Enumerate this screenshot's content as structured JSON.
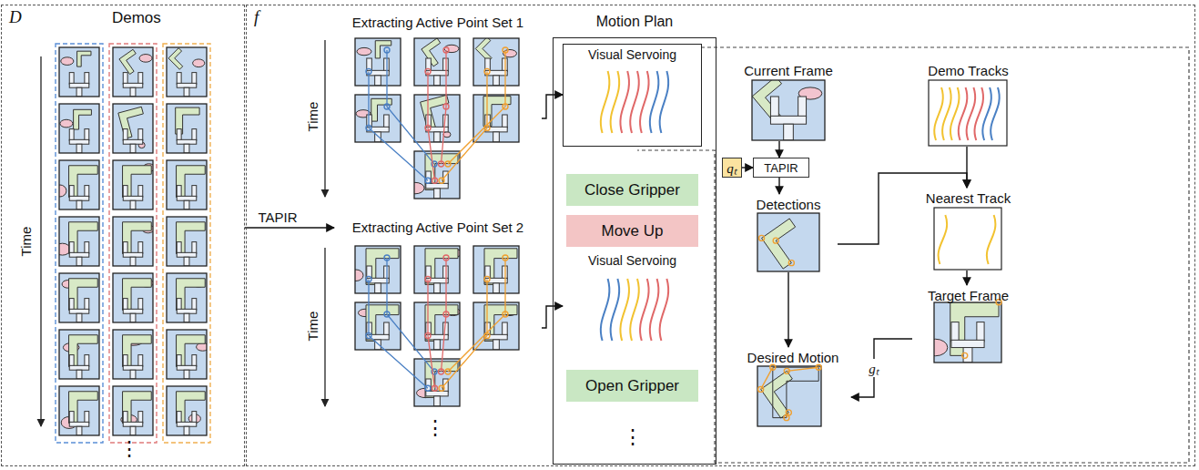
{
  "diagram": {
    "nodes": [
      {
        "text": [
          "D",
          "Demos"
        ]
      },
      {
        "text": [
          "f"
        ]
      },
      {
        "text": [
          "Extracting Active Point Set 1"
        ],
        "in": 1
      },
      {
        "text": [
          "Extracting Active Point Set 2"
        ],
        "in": 1
      },
      {
        "text": [
          "Motion Plan"
        ],
        "in": 1
      },
      {
        "text": [
          "Visual Servoing"
        ],
        "in": 4
      },
      {
        "text": [
          "Close Gripper"
        ],
        "in": 4
      },
      {
        "text": [
          "Move Up"
        ],
        "in": 4
      },
      {
        "text": [
          "Visual Servoing"
        ],
        "in": 4
      },
      {
        "text": [
          "Open Gripper"
        ],
        "in": 4
      },
      {
        "text": [
          "Current Frame"
        ],
        "in": 1
      },
      {
        "text": [
          "Demo Tracks"
        ],
        "in": 1
      },
      {
        "text": [
          "qₜ"
        ],
        "in": 1
      },
      {
        "text": [
          "TAPIR"
        ],
        "in": 1
      },
      {
        "text": [
          "Detections"
        ],
        "in": 1
      },
      {
        "text": [
          "Nearest Track"
        ],
        "in": 1
      },
      {
        "text": [
          "Target Frame"
        ],
        "in": 1
      },
      {
        "text": [
          "Desired Motion"
        ],
        "in": 1
      }
    ],
    "edges": [
      {
        "from": 0,
        "to": 3,
        "arrow": "to",
        "label": "TAPIR"
      },
      {
        "from": 2,
        "to": 5,
        "arrow": "to"
      },
      {
        "from": 3,
        "to": 8,
        "arrow": "to"
      },
      {
        "from": 10,
        "to": 13,
        "arrow": "to"
      },
      {
        "from": 12,
        "to": 13,
        "arrow": "to"
      },
      {
        "from": 13,
        "to": 14,
        "arrow": "to"
      },
      {
        "from": 14,
        "to": 17,
        "arrow": "to"
      },
      {
        "from": 11,
        "to": 15,
        "arrow": "to"
      },
      {
        "from": 14,
        "to": 15,
        "arrow": "to"
      },
      {
        "from": 15,
        "to": 16,
        "arrow": "to"
      },
      {
        "from": 16,
        "to": 17,
        "arrow": "to",
        "label": "gₜ"
      }
    ],
    "labels": [
      "Time",
      "⋮",
      "Time",
      "Time",
      "⋮",
      "⋮"
    ]
  }
}
